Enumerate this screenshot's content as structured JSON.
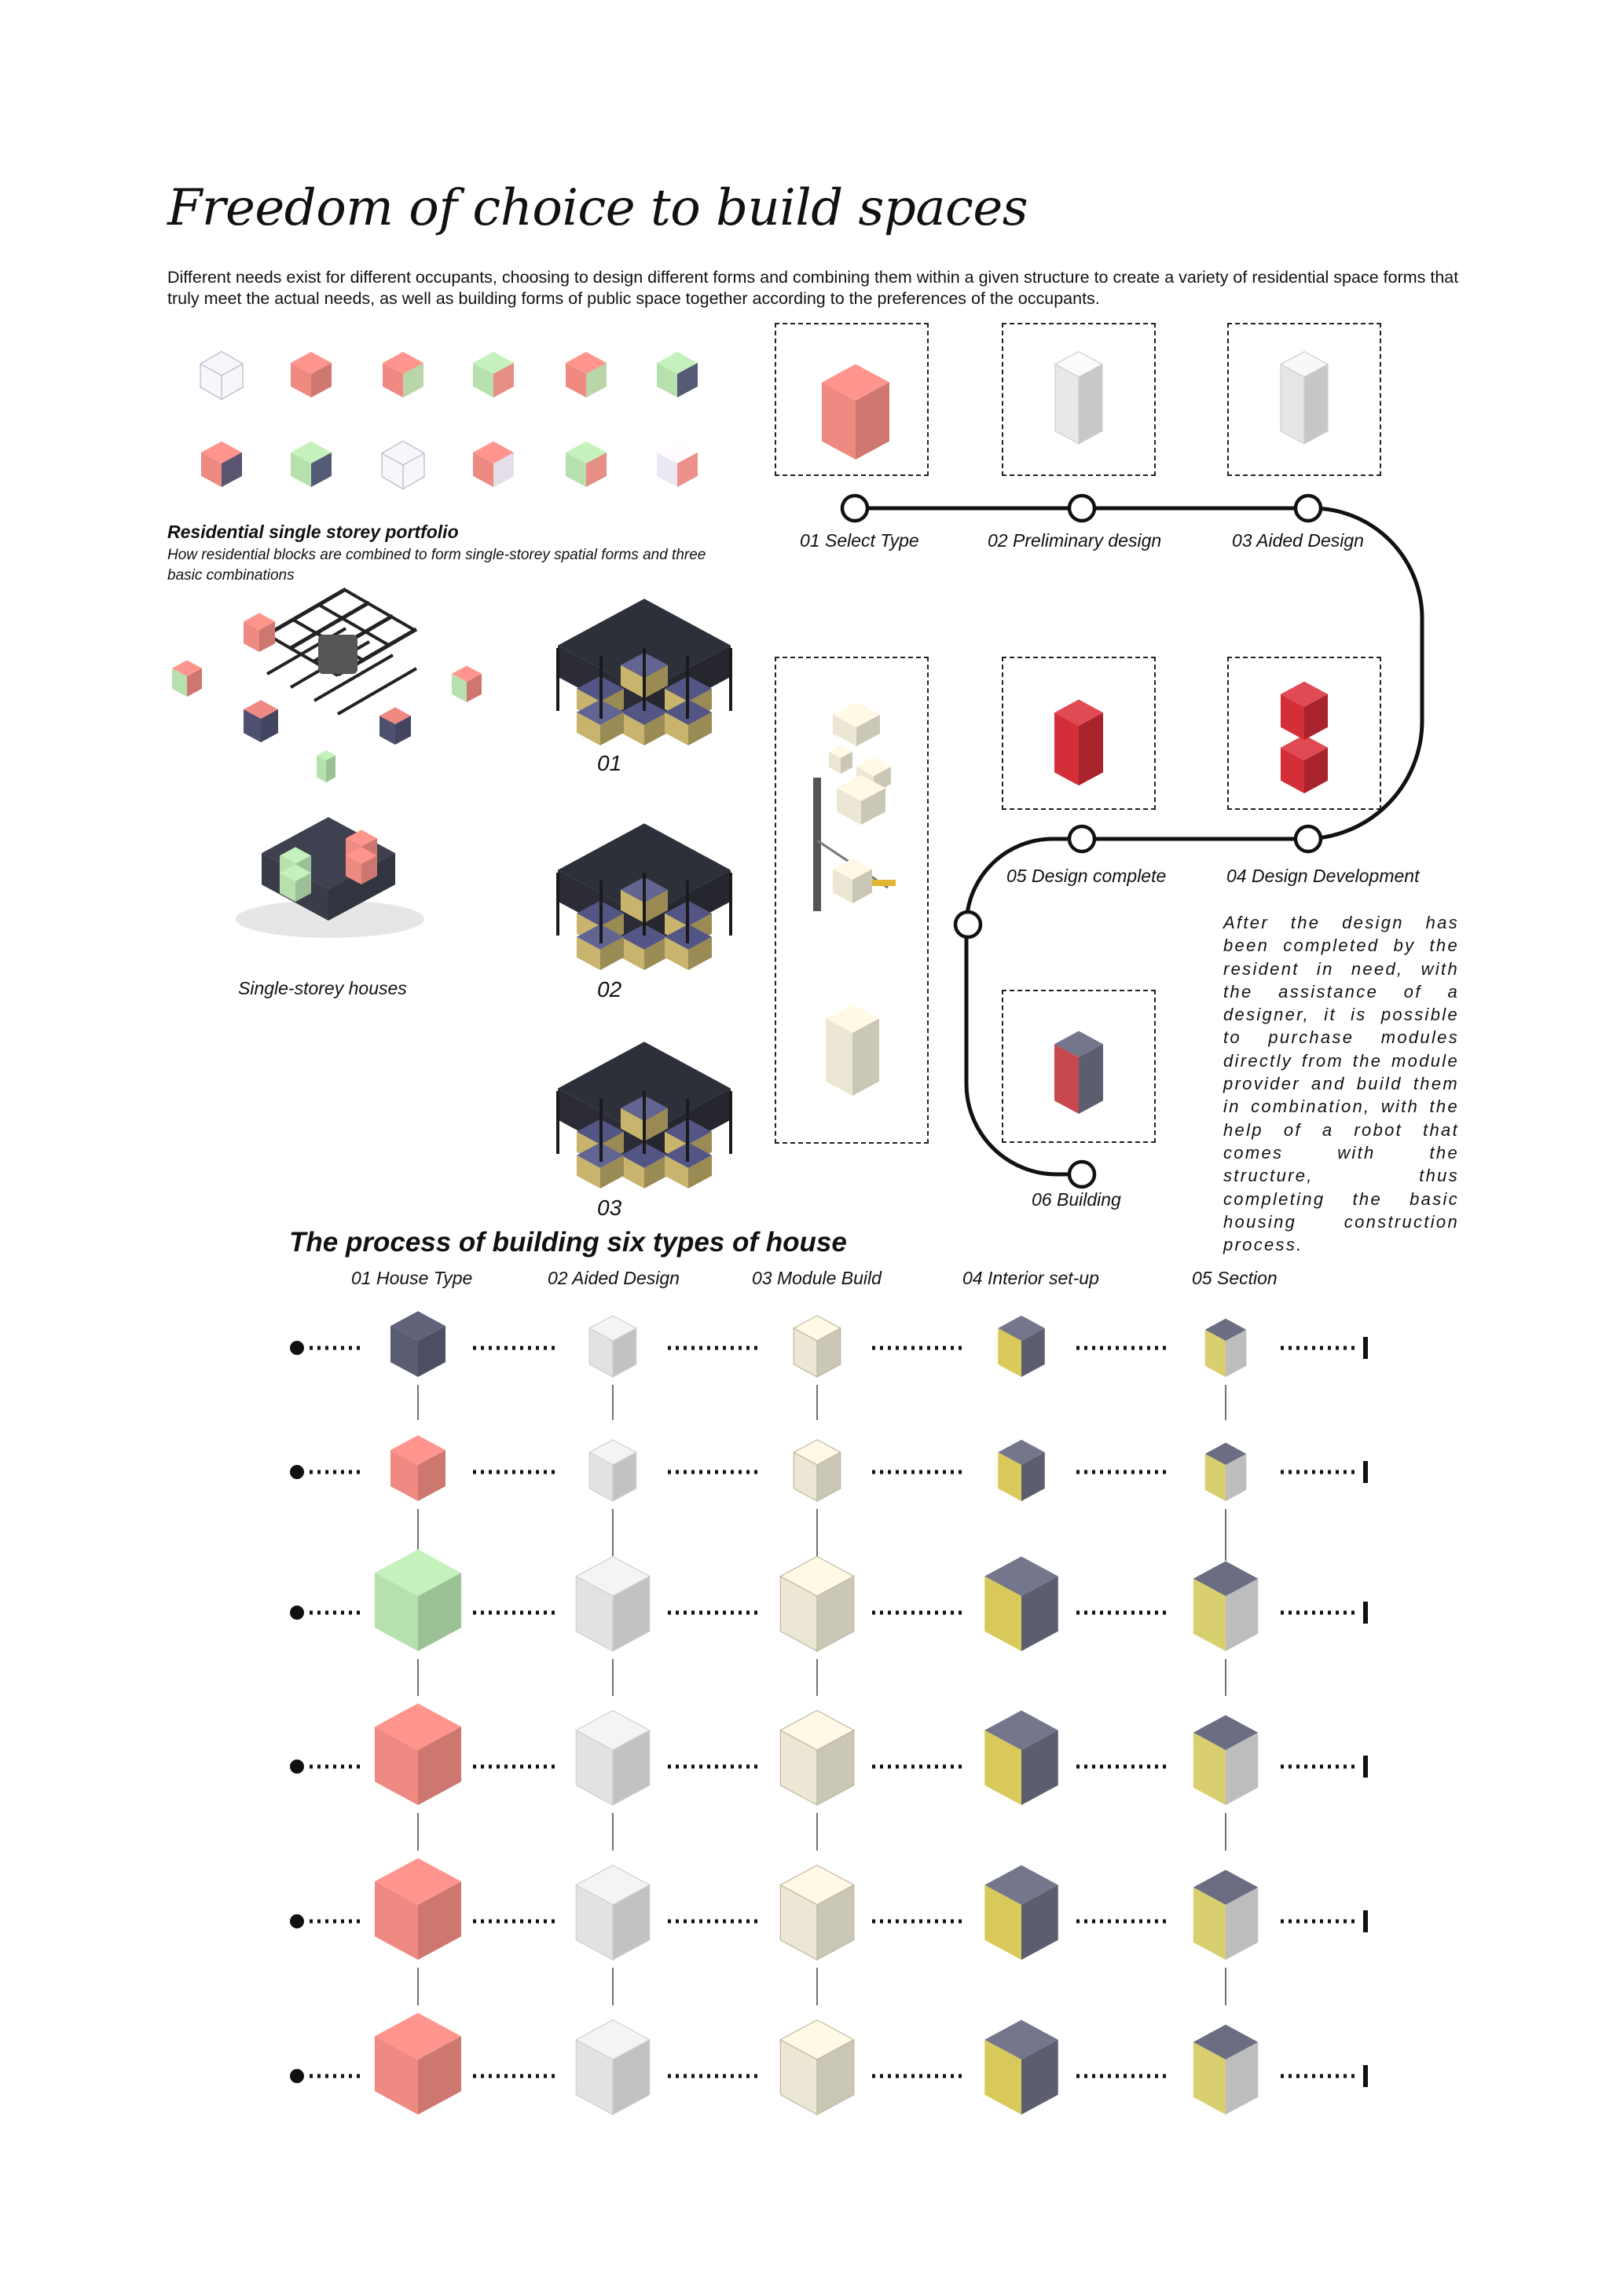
{
  "page": {
    "title": "Freedom of choice to build spaces",
    "intro": "Different needs exist for different occupants, choosing to design different forms and combining them within a given structure to create a variety of residential space forms that truly meet the actual needs, as well as building forms of public space together according to the preferences of the occupants."
  },
  "portfolio": {
    "heading": "Residential single storey portfolio",
    "subheading": "How residential blocks are combined to form single-storey spatial forms and three basic combinations",
    "single_label": "Single-storey houses",
    "combos": [
      "01",
      "02",
      "03"
    ]
  },
  "timeline": {
    "steps": [
      {
        "label": "01 Select Type"
      },
      {
        "label": "02 Preliminary design"
      },
      {
        "label": "03 Aided Design"
      },
      {
        "label": "04 Design Development"
      },
      {
        "label": "05 Design complete"
      },
      {
        "label": "06 Building"
      }
    ],
    "description": "After the design has been completed by the resident in need, with the assistance of a designer, it is possible to purchase modules directly from the module provider and build them in combination, with the help of a robot that comes with the structure, thus completing the basic housing construction process."
  },
  "process": {
    "heading": "The process of building six types of house",
    "columns": [
      "01 House Type",
      "02 Aided Design",
      "03 Module Build",
      "04 Interior set-up",
      "05 Section"
    ],
    "rows": [
      {
        "type_color": "#5a5c72"
      },
      {
        "type_color": "#ef8a82"
      },
      {
        "type_color": "#b6e0ae"
      },
      {
        "type_color": "#ef8a82"
      },
      {
        "type_color": "#ef8a82"
      },
      {
        "type_color": "#ef8a82"
      }
    ]
  },
  "colors": {
    "pink": "#ef8a82",
    "green": "#b6e0ae",
    "navy": "#4e5070",
    "red": "#d9323a",
    "grey": "#6b6d82",
    "cream": "#ece7d4",
    "yellow": "#e2d66a",
    "white_block": "#e8e8e8"
  }
}
